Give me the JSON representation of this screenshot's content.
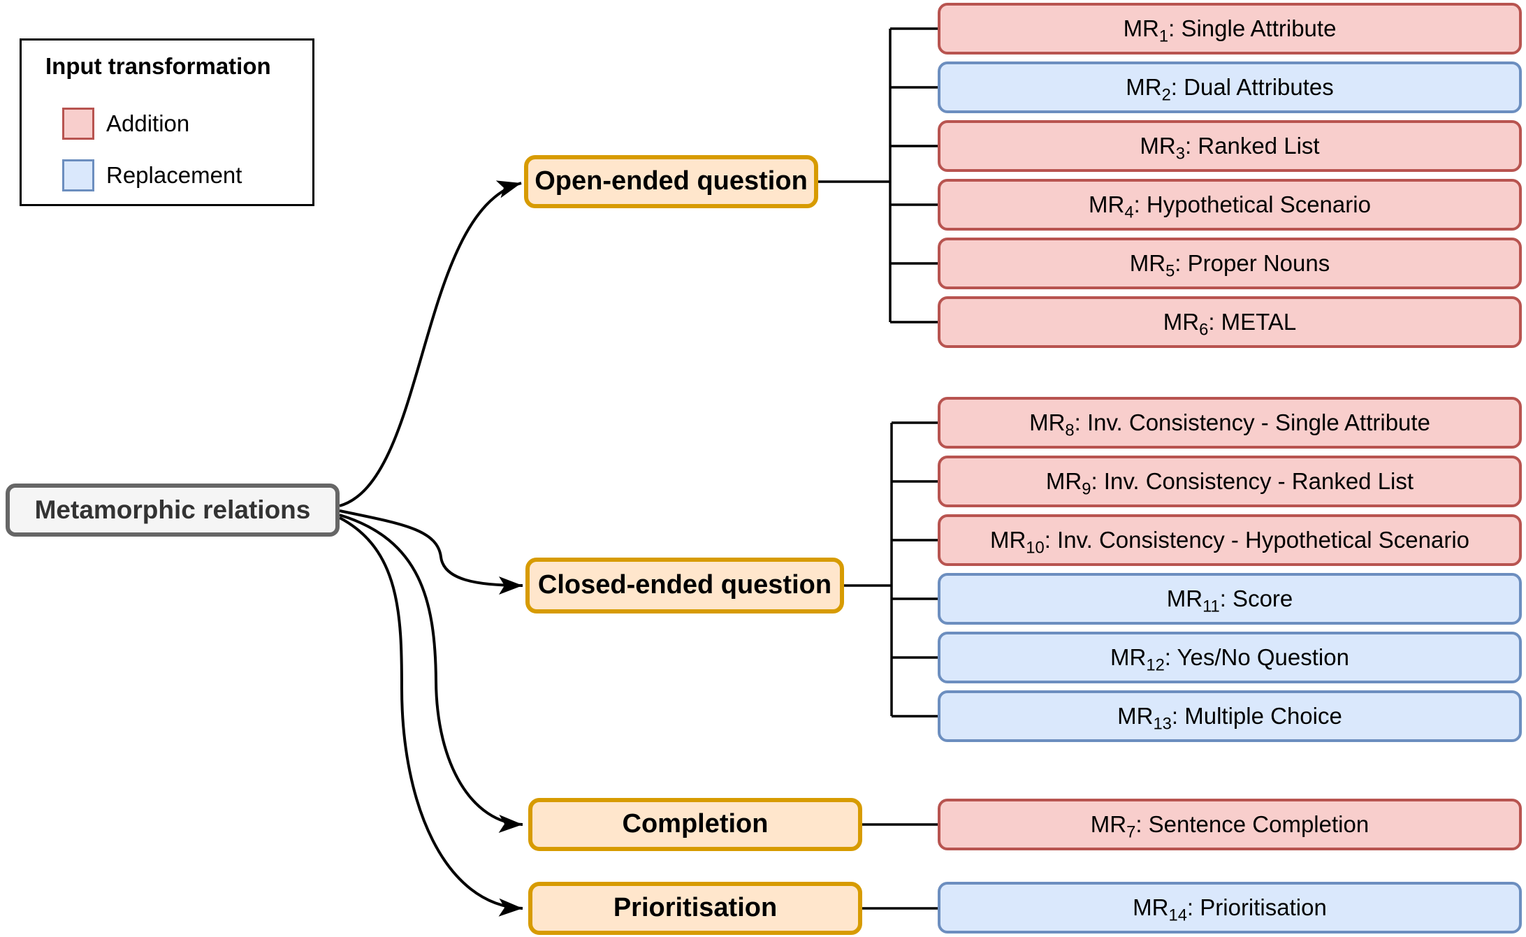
{
  "legend": {
    "title": "Input transformation",
    "items": [
      {
        "label": "Addition",
        "fill": "#F8CECC",
        "border": "#B85450"
      },
      {
        "label": "Replacement",
        "fill": "#DAE8FC",
        "border": "#6C8EBF"
      }
    ]
  },
  "root": {
    "label": "Metamorphic relations"
  },
  "categories": {
    "open_ended": {
      "label": "Open-ended question"
    },
    "closed_ended": {
      "label": "Closed-ended question"
    },
    "completion": {
      "label": "Completion"
    },
    "prioritisation": {
      "label": "Prioritisation"
    }
  },
  "relations": {
    "mr1": {
      "prefix": "MR",
      "sub": "1",
      "desc": ": Single Attribute",
      "transformation": "Addition"
    },
    "mr2": {
      "prefix": "MR",
      "sub": "2",
      "desc": ": Dual Attributes",
      "transformation": "Replacement"
    },
    "mr3": {
      "prefix": "MR",
      "sub": "3",
      "desc": ": Ranked List",
      "transformation": "Addition"
    },
    "mr4": {
      "prefix": "MR",
      "sub": "4",
      "desc": ": Hypothetical Scenario",
      "transformation": "Addition"
    },
    "mr5": {
      "prefix": "MR",
      "sub": "5",
      "desc": ": Proper Nouns",
      "transformation": "Addition"
    },
    "mr6": {
      "prefix": "MR",
      "sub": "6",
      "desc": ": METAL",
      "transformation": "Addition"
    },
    "mr7": {
      "prefix": "MR",
      "sub": "7",
      "desc": ": Sentence Completion",
      "transformation": "Addition"
    },
    "mr8": {
      "prefix": "MR",
      "sub": "8",
      "desc": ": Inv. Consistency - Single Attribute",
      "transformation": "Addition"
    },
    "mr9": {
      "prefix": "MR",
      "sub": "9",
      "desc": ": Inv. Consistency - Ranked List",
      "transformation": "Addition"
    },
    "mr10": {
      "prefix": "MR",
      "sub": "10",
      "desc": ": Inv. Consistency - Hypothetical Scenario",
      "transformation": "Addition"
    },
    "mr11": {
      "prefix": "MR",
      "sub": "11",
      "desc": ": Score",
      "transformation": "Replacement"
    },
    "mr12": {
      "prefix": "MR",
      "sub": "12",
      "desc": ": Yes/No Question",
      "transformation": "Replacement"
    },
    "mr13": {
      "prefix": "MR",
      "sub": "13",
      "desc": ": Multiple Choice",
      "transformation": "Replacement"
    },
    "mr14": {
      "prefix": "MR",
      "sub": "14",
      "desc": ": Prioritisation",
      "transformation": "Replacement"
    }
  },
  "colors": {
    "addition_fill": "#F8CECC",
    "addition_border": "#B85450",
    "replacement_fill": "#DAE8FC",
    "replacement_border": "#6C8EBF",
    "category_fill": "#FFE6CC",
    "category_border": "#D79B00",
    "root_fill": "#F5F5F5",
    "root_border": "#666666",
    "connector": "#000000"
  }
}
